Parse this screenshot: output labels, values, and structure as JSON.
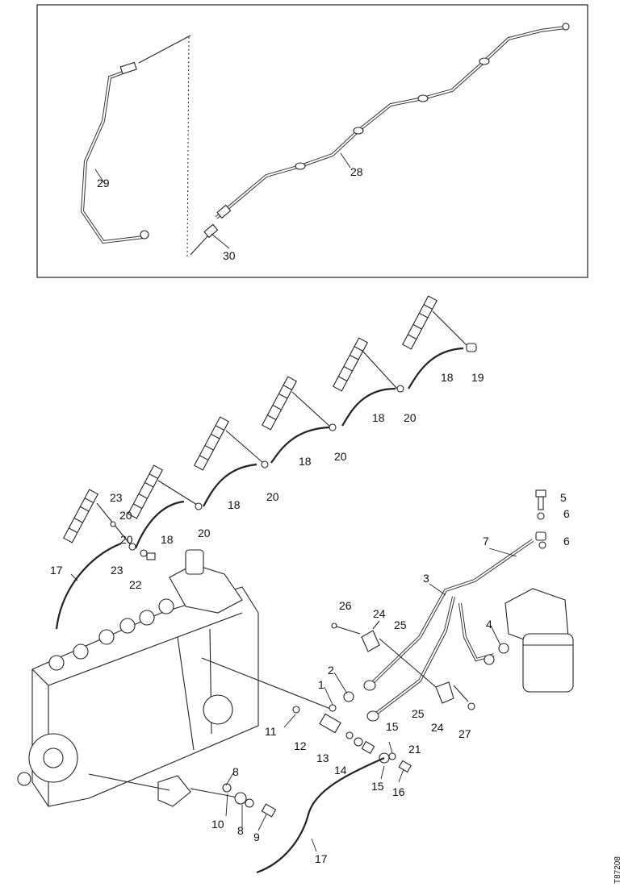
{
  "diagram": {
    "code": "T87208",
    "labels": {
      "p1": "1",
      "p2": "2",
      "p3": "3",
      "p4": "4",
      "p5": "5",
      "p6": "6",
      "p6b": "6",
      "p7": "7",
      "p8": "8",
      "p8b": "8",
      "p9": "9",
      "p10": "10",
      "p11": "11",
      "p12": "12",
      "p13": "13",
      "p14": "14",
      "p15": "15",
      "p15b": "15",
      "p16": "16",
      "p17": "17",
      "p17b": "17",
      "p18a": "18",
      "p18b": "18",
      "p18c": "18",
      "p18d": "18",
      "p18e": "18",
      "p19": "19",
      "p20a": "20",
      "p20b": "20",
      "p20c": "20",
      "p20d": "20",
      "p20e": "20",
      "p20f": "20",
      "p21": "21",
      "p22": "22",
      "p23a": "23",
      "p23b": "23",
      "p24a": "24",
      "p24b": "24",
      "p25a": "25",
      "p25b": "25",
      "p26": "26",
      "p27": "27",
      "p28": "28",
      "p29": "29",
      "p30": "30"
    }
  }
}
